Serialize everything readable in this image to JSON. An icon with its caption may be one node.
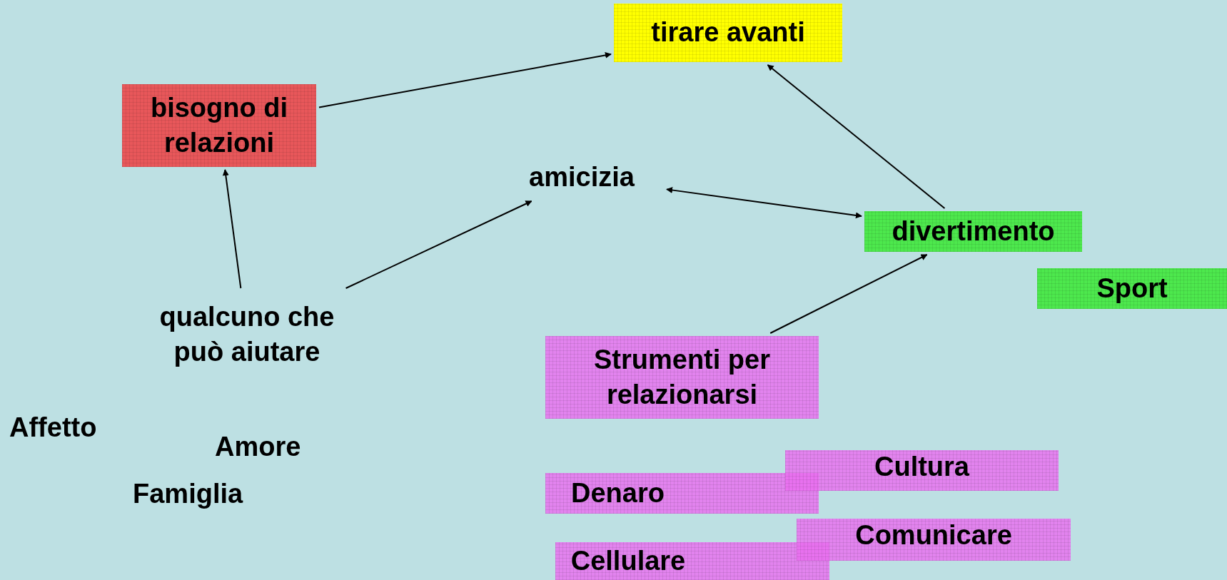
{
  "diagram": {
    "nodes": [
      {
        "text": [
          "tirare avanti"
        ]
      },
      {
        "text": [
          "bisogno di relazioni"
        ]
      },
      {
        "text": [
          "amicizia"
        ]
      },
      {
        "text": [
          "divertimento"
        ]
      },
      {
        "text": [
          "Sport"
        ]
      },
      {
        "text": [
          "qualcuno che può aiutare"
        ]
      },
      {
        "text": [
          "Strumenti per relazionarsi"
        ]
      },
      {
        "text": [
          "Denaro"
        ]
      },
      {
        "text": [
          "Cultura"
        ]
      },
      {
        "text": [
          "Cellulare"
        ]
      },
      {
        "text": [
          "Comunicare"
        ]
      }
    ],
    "edges": [
      {
        "from": 1,
        "to": 0,
        "arrow": "to"
      },
      {
        "from": 3,
        "to": 0,
        "arrow": "to"
      },
      {
        "from": 2,
        "to": 3,
        "arrow": "both"
      },
      {
        "from": 5,
        "to": 1,
        "arrow": "to"
      },
      {
        "from": 5,
        "to": 2,
        "arrow": "to"
      },
      {
        "from": 6,
        "to": 3,
        "arrow": "to"
      }
    ],
    "labels": [
      "Affetto",
      "Amore",
      "Famiglia"
    ]
  }
}
